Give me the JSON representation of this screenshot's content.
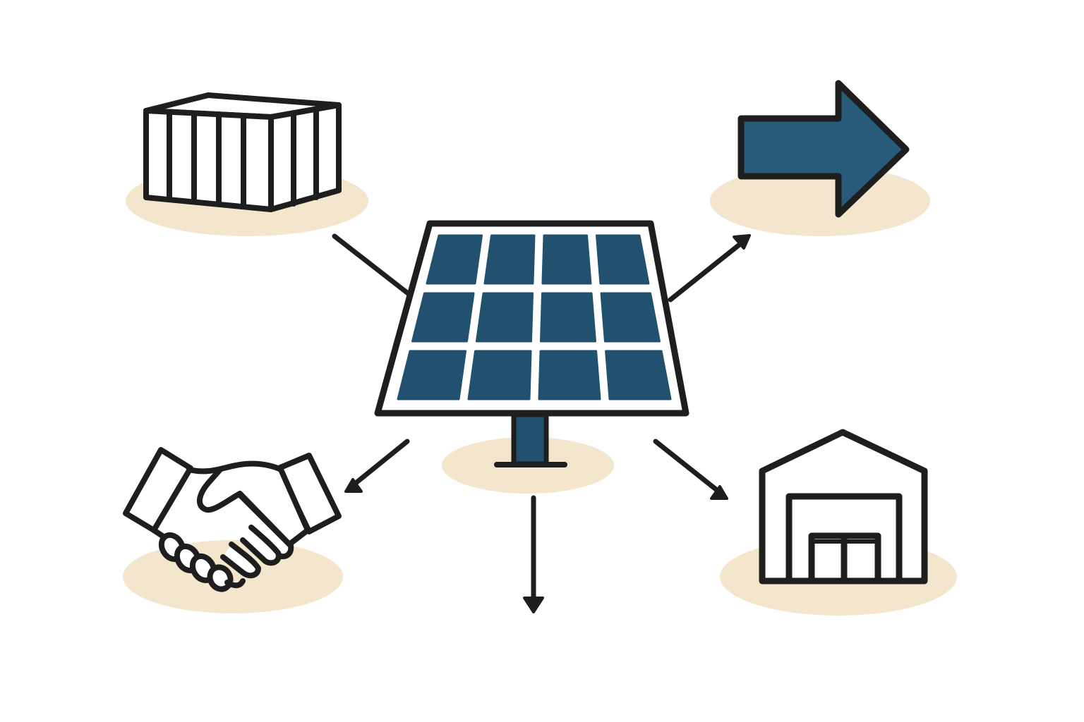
{
  "diagram": {
    "hub": {
      "icon": "solar-panel-icon"
    },
    "nodes": [
      {
        "id": "container",
        "icon": "shipping-container-icon",
        "relation": "incoming"
      },
      {
        "id": "export",
        "icon": "right-arrow-icon",
        "relation": "outgoing"
      },
      {
        "id": "partnership",
        "icon": "handshake-icon",
        "relation": "outgoing"
      },
      {
        "id": "downstream",
        "icon": "down-arrow-icon",
        "relation": "outgoing"
      },
      {
        "id": "warehouse",
        "icon": "warehouse-icon",
        "relation": "outgoing"
      }
    ]
  },
  "colors": {
    "stroke": "#1e1e1e",
    "panel_blue": "#22506f",
    "arrow_blue": "#285a7a",
    "shadow_beige": "#f4e6cd",
    "background": "#ffffff"
  }
}
